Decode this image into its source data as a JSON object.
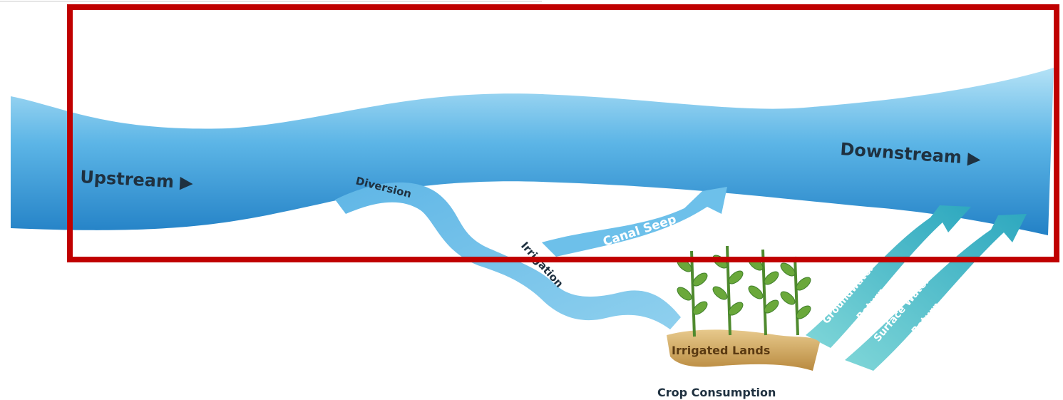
{
  "diagram": {
    "labels": {
      "upstream": "Upstream ▶",
      "downstream": "Downstream ▶",
      "diversion": "Diversion",
      "canal_seep": "Canal Seep",
      "irrigation": "Irrigation",
      "irrigated_lands": "Irrigated Lands",
      "crop_consumption": "Crop Consumption",
      "groundwater_return_line1": "Groundwater",
      "groundwater_return_line2": "Return",
      "surface_water_return_line1": "Surface Water",
      "surface_water_return_line2": "Return"
    },
    "colors": {
      "river_light": "#8fd0f0",
      "river_mid": "#4aa8e0",
      "river_dark": "#1f7fc4",
      "return_flow": "#4cc0c8",
      "plant_green": "#6aa83a",
      "land_tan": "#d7b06a",
      "highlight_box": "#c00000"
    }
  }
}
